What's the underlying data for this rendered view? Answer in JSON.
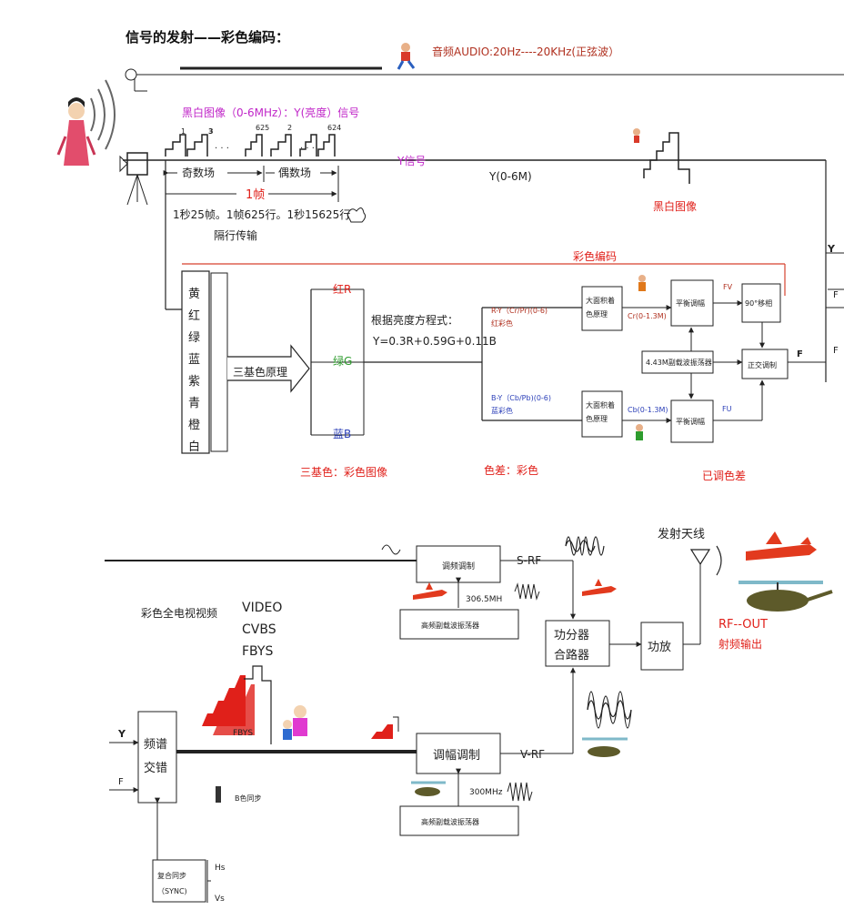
{
  "title": "信号的发射——彩色编码：",
  "audio_label": "音频AUDIO:20Hz----20KHz(正弦波）",
  "bw_image_label": "黑白图像（0-6MHz）：Y(亮度）信号",
  "line_numbers": {
    "l1": "1",
    "l3": "3",
    "l625": "625",
    "l2": "2",
    "l624": "624",
    "dots1": "·  ·  ·",
    "dots2": "·  ·  ·"
  },
  "odd_field": "奇数场",
  "even_field": "偶数场",
  "one_frame": "1帧",
  "frame_info": "1秒25帧。1帧625行。1秒15625行",
  "interlace": "隔行传输",
  "y_signal": "Y信号",
  "y_range": "Y(0-6M)",
  "bw_image": "黑白图像",
  "y_right": "Y",
  "f_right1": "F",
  "f_right2": "F",
  "color_encoding": "彩色编码",
  "colors_vertical": [
    "黄",
    "红",
    "绿",
    "蓝",
    "紫",
    "青",
    "橙",
    "白"
  ],
  "three_primary_principle": "三基色原理",
  "red": "红R",
  "green": "绿G",
  "blue": "蓝B",
  "luma_eq_title": "根据亮度方程式：",
  "luma_eq": "Y=0.3R+0.59G+0.11B",
  "ry_label": "R-Y（Cr/Pr)(0-6)",
  "ry_sub": "红彩色",
  "by_label": "B-Y（Cb/Pb)(0-6)",
  "by_sub": "蓝彩色",
  "large_area_1": [
    "大面积着",
    "色原理"
  ],
  "large_area_2": [
    "大面积着",
    "色原理"
  ],
  "cr": "Cr(0-1.3M)",
  "cb": "Cb(0-1.3M)",
  "balance_mod_1": "平衡调幅",
  "balance_mod_2": "平衡调幅",
  "fv": "FV",
  "fu": "FU",
  "phase90": "90°移相",
  "osc443": "4.43M副载波振荡器",
  "quad_mod": "正交调制",
  "f_out": "F",
  "caption_primary": "三基色：彩色图像",
  "caption_chroma": "色差：彩色",
  "caption_modulated": "已调色差",
  "fm_mod": "调频调制",
  "s_rf": "S-RF",
  "freq_3065": "306.5MH",
  "hf_osc_1": "高频副载波振荡器",
  "hf_osc_2": "高频副载波振荡器",
  "tx_antenna": "发射天线",
  "combiner": [
    "功分器",
    "合路器"
  ],
  "power_amp": "功放",
  "rf_out": "RF--OUT",
  "rf_out_sub": "射频输出",
  "full_tv": "彩色全电视视频",
  "video_names": [
    "VIDEO",
    "CVBS",
    "FBYS"
  ],
  "fbys_small": "FBYS",
  "spectrum": [
    "频谱",
    "交错"
  ],
  "y_in": "Y",
  "f_in": "F",
  "b_sync": "B色同步",
  "am_mod": "调幅调制",
  "v_rf": "V-RF",
  "freq_300": "300MHz",
  "sync": [
    "复合同步",
    "（SYNC)"
  ],
  "hs": "Hs",
  "vs": "Vs",
  "colors": {
    "magenta": "#c026c8",
    "red": "#e0201a",
    "green": "#2e9c2e",
    "blue": "#2b3fb8",
    "darkred": "#b0301f"
  }
}
